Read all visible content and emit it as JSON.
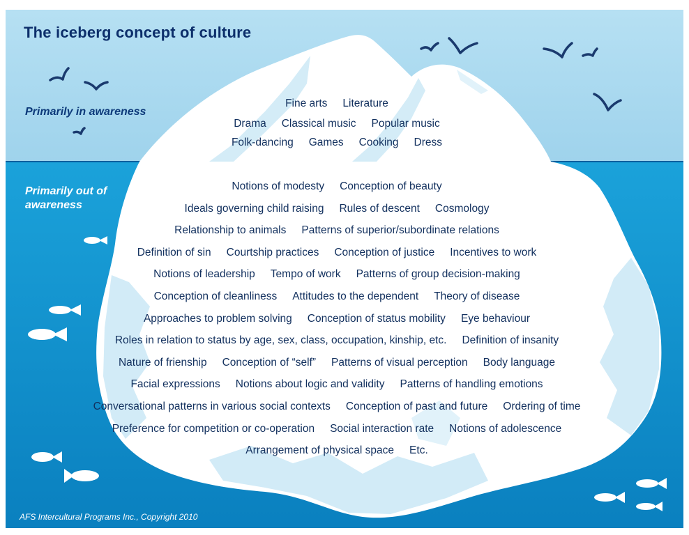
{
  "title": "The iceberg concept of culture",
  "labels": {
    "above": "Primarily in awareness",
    "below_line1": "Primarily out of",
    "below_line2": "awareness"
  },
  "above_water": [
    [
      "Fine arts",
      "Literature"
    ],
    [
      "Drama",
      "Classical music",
      "Popular music"
    ],
    [
      "Folk-dancing",
      "Games",
      "Cooking",
      "Dress"
    ]
  ],
  "below_water": [
    [
      "Notions of modesty",
      "Conception of beauty"
    ],
    [
      "Ideals governing child raising",
      "Rules of descent",
      "Cosmology"
    ],
    [
      "Relationship to animals",
      "Patterns of superior/subordinate relations"
    ],
    [
      "Definition of sin",
      "Courtship practices",
      "Conception of justice",
      "Incentives to work"
    ],
    [
      "Notions of leadership",
      "Tempo of work",
      "Patterns of group decision-making"
    ],
    [
      "Conception of cleanliness",
      "Attitudes to the dependent",
      "Theory of disease"
    ],
    [
      "Approaches to problem solving",
      "Conception of status mobility",
      "Eye behaviour"
    ],
    [
      "Roles in relation to status by age, sex, class, occupation, kinship, etc.",
      "Definition of insanity"
    ],
    [
      "Nature of frienship",
      "Conception of “self”",
      "Patterns of visual perception",
      "Body language"
    ],
    [
      "Facial expressions",
      "Notions about logic and validity",
      "Patterns of handling emotions"
    ],
    [
      "Conversational patterns in various social contexts",
      "Conception of past and future",
      "Ordering of time"
    ],
    [
      "Preference for competition or co-operation",
      "Social interaction rate",
      "Notions of adolescence"
    ],
    [
      "Arrangement of physical space",
      "Etc."
    ]
  ],
  "credit": "AFS Intercultural Programs Inc., Copyright 2010",
  "colors": {
    "sky": "#a9d8ef",
    "water_top": "#1aa0d8",
    "water_bottom": "#0a7fbe",
    "ice": "#ffffff",
    "ice_shadow": "#cde9f6",
    "title": "#0d2f6b",
    "text": "#12305e"
  }
}
